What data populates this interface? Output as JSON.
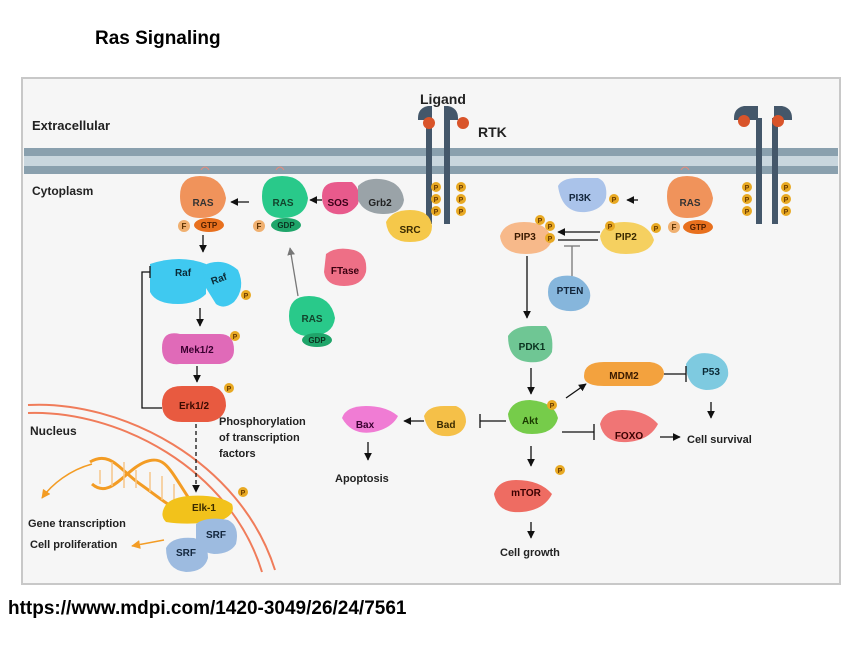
{
  "page": {
    "title": "Ras Signaling",
    "source_url": "https://www.mdpi.com/1420-3049/26/24/7561"
  },
  "regions": {
    "extracellular": "Extracellular",
    "cytoplasm": "Cytoplasm",
    "nucleus": "Nucleus"
  },
  "receptor": {
    "ligand": "Ligand",
    "rtk": "RTK",
    "phospho": "P"
  },
  "nodes": {
    "ras_gtp": "RAS",
    "gtp": "GTP",
    "f": "F",
    "ras_gdp": "RAS",
    "gdp": "GDP",
    "sos": "SOS",
    "grb2": "Grb2",
    "src": "SRC",
    "ftase": "FTase",
    "ras_free": "RAS",
    "gdp_free": "GDP",
    "raf1": "Raf",
    "raf2": "Raf",
    "mek": "Mek1/2",
    "erk": "Erk1/2",
    "elk1": "Elk-1",
    "srf1": "SRF",
    "srf2": "SRF",
    "pi3k": "PI3K",
    "ras_right": "RAS",
    "gtp_right": "GTP",
    "pip3": "PIP3",
    "pip2": "PIP2",
    "pten": "PTEN",
    "pdk1": "PDK1",
    "akt": "Akt",
    "mdm2": "MDM2",
    "p53": "P53",
    "bad": "Bad",
    "bax": "Bax",
    "foxo": "FOXO",
    "mtor": "mTOR"
  },
  "labels": {
    "phos_line1": "Phosphorylation",
    "phos_line2": "of transcription",
    "phos_line3": "factors",
    "apoptosis": "Apoptosis",
    "cell_survival": "Cell survival",
    "cell_growth": "Cell growth",
    "gene_transcription": "Gene transcription",
    "cell_proliferation": "Cell proliferation"
  },
  "colors": {
    "ras": "#f0935b",
    "ras_gdp": "#29c98a",
    "gtp": "#e8701e",
    "gdp": "#1fa56a",
    "sos": "#e85a8c",
    "grb2": "#9aa3a8",
    "src": "#f5c84a",
    "ftase": "#ee6f86",
    "raf": "#3fc9f0",
    "mek": "#e06ab8",
    "erk": "#e85a40",
    "elk1": "#f2c21b",
    "srf": "#9dbbe0",
    "pi3k": "#aac3ea",
    "pip": "#f7b98a",
    "pip2": "#f5d060",
    "pten": "#86b6dc",
    "pdk1": "#6fc694",
    "akt": "#76cc4a",
    "mdm2": "#f3a23e",
    "p53": "#7ecae0",
    "bad": "#f5c048",
    "bax": "#f07cd4",
    "foxo": "#f07575",
    "mtor": "#ee6c62",
    "phospho": "#e8a923",
    "membrane": "#8aa0ae",
    "receptor": "#44576a",
    "ligand": "#d9542a",
    "dna": "#f39c24",
    "nucleus_line": "#f07c5a"
  }
}
